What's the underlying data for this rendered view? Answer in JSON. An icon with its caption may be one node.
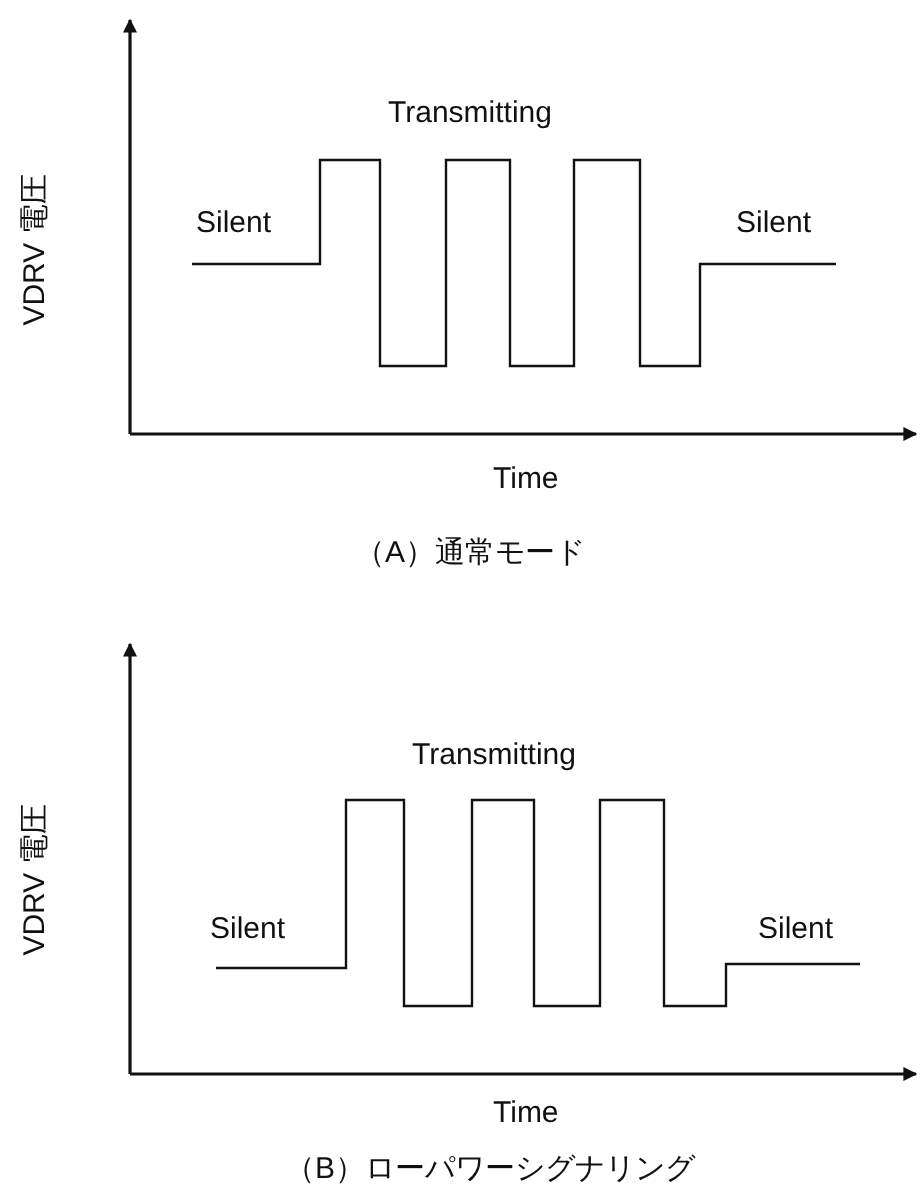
{
  "diagram": {
    "labels": [
      "VDRV 電圧",
      "Transmitting",
      "Silent",
      "Silent",
      "Time",
      "（A）通常モード",
      "VDRV 電圧",
      "Transmitting",
      "Silent",
      "Silent",
      "Time",
      "（B）ローパワーシグナリング"
    ]
  }
}
